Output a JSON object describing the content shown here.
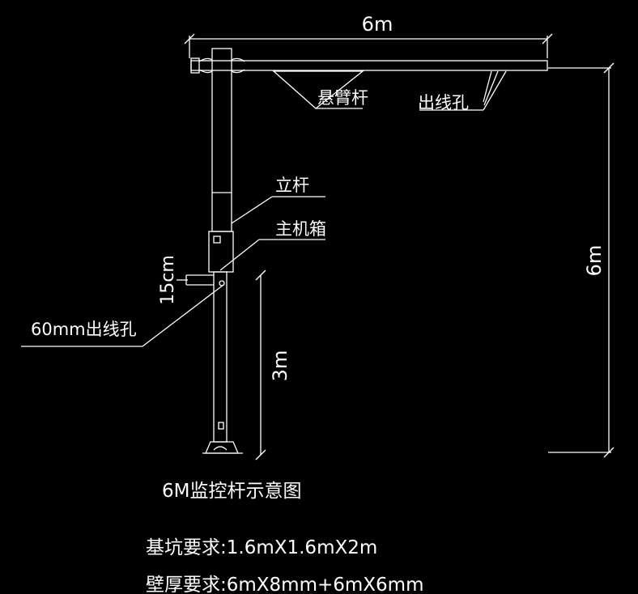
{
  "drawing": {
    "top_dimension": "6m",
    "right_dimension": "6m",
    "lower_dimension": "3m",
    "bracket_dimension": "15cm",
    "labels": {
      "cantilever_arm": "悬臂杆",
      "cable_outlet_top": "出线孔",
      "upright_pole": "立杆",
      "main_box": "主机箱",
      "cable_outlet_60mm": "60mm出线孔"
    },
    "caption": {
      "title": "6M监控杆示意图",
      "foundation": "基坑要求:1.6mX1.6mX2m",
      "wall_thickness": "壁厚要求:6mX8mm+6mX6mm"
    }
  },
  "colors": {
    "background": "#000000",
    "lines": "#ffffff"
  }
}
